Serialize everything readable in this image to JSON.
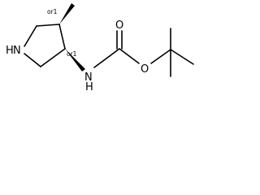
{
  "molecule": {
    "atoms": {
      "ring_n": "N",
      "ring_nh": "H",
      "carbamate_n": "N",
      "carbamate_h": "H",
      "carbonyl_o": "O",
      "ester_o": "O"
    },
    "stereo_labels": {
      "methyl_center": "or1",
      "amine_center": "or1"
    }
  }
}
